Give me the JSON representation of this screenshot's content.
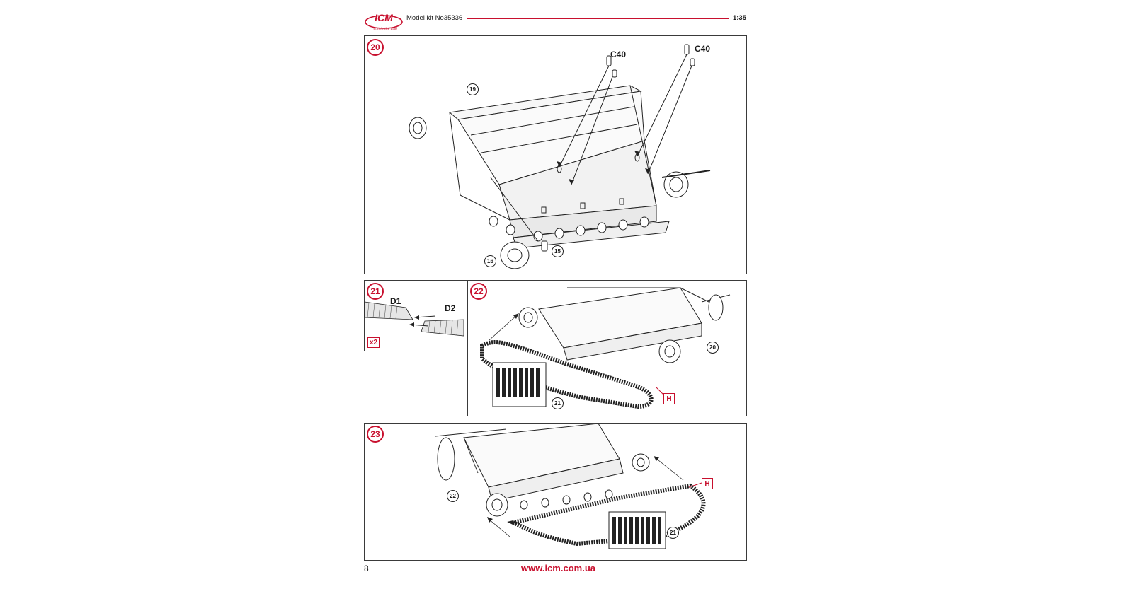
{
  "header": {
    "logo_text": "ICM",
    "logo_tagline": "Win in the End",
    "model_kit": "Model kit No35336",
    "scale": "1:35"
  },
  "steps": {
    "s20": {
      "number": "20",
      "part_c40_a": "C40",
      "part_c40_b": "C40",
      "ref_19": "19",
      "ref_16": "16",
      "ref_15": "15"
    },
    "s21": {
      "number": "21",
      "part_d1": "D1",
      "part_d2": "D2",
      "multiplier": "x2"
    },
    "s22": {
      "number": "22",
      "ref_20": "20",
      "ref_21": "21",
      "part_h": "H"
    },
    "s23": {
      "number": "23",
      "ref_22": "22",
      "ref_21": "21",
      "part_h": "H"
    }
  },
  "footer": {
    "page_number": "8",
    "website": "www.icm.com.ua"
  },
  "colors": {
    "accent": "#c8102e",
    "line": "#3a3a3a"
  }
}
